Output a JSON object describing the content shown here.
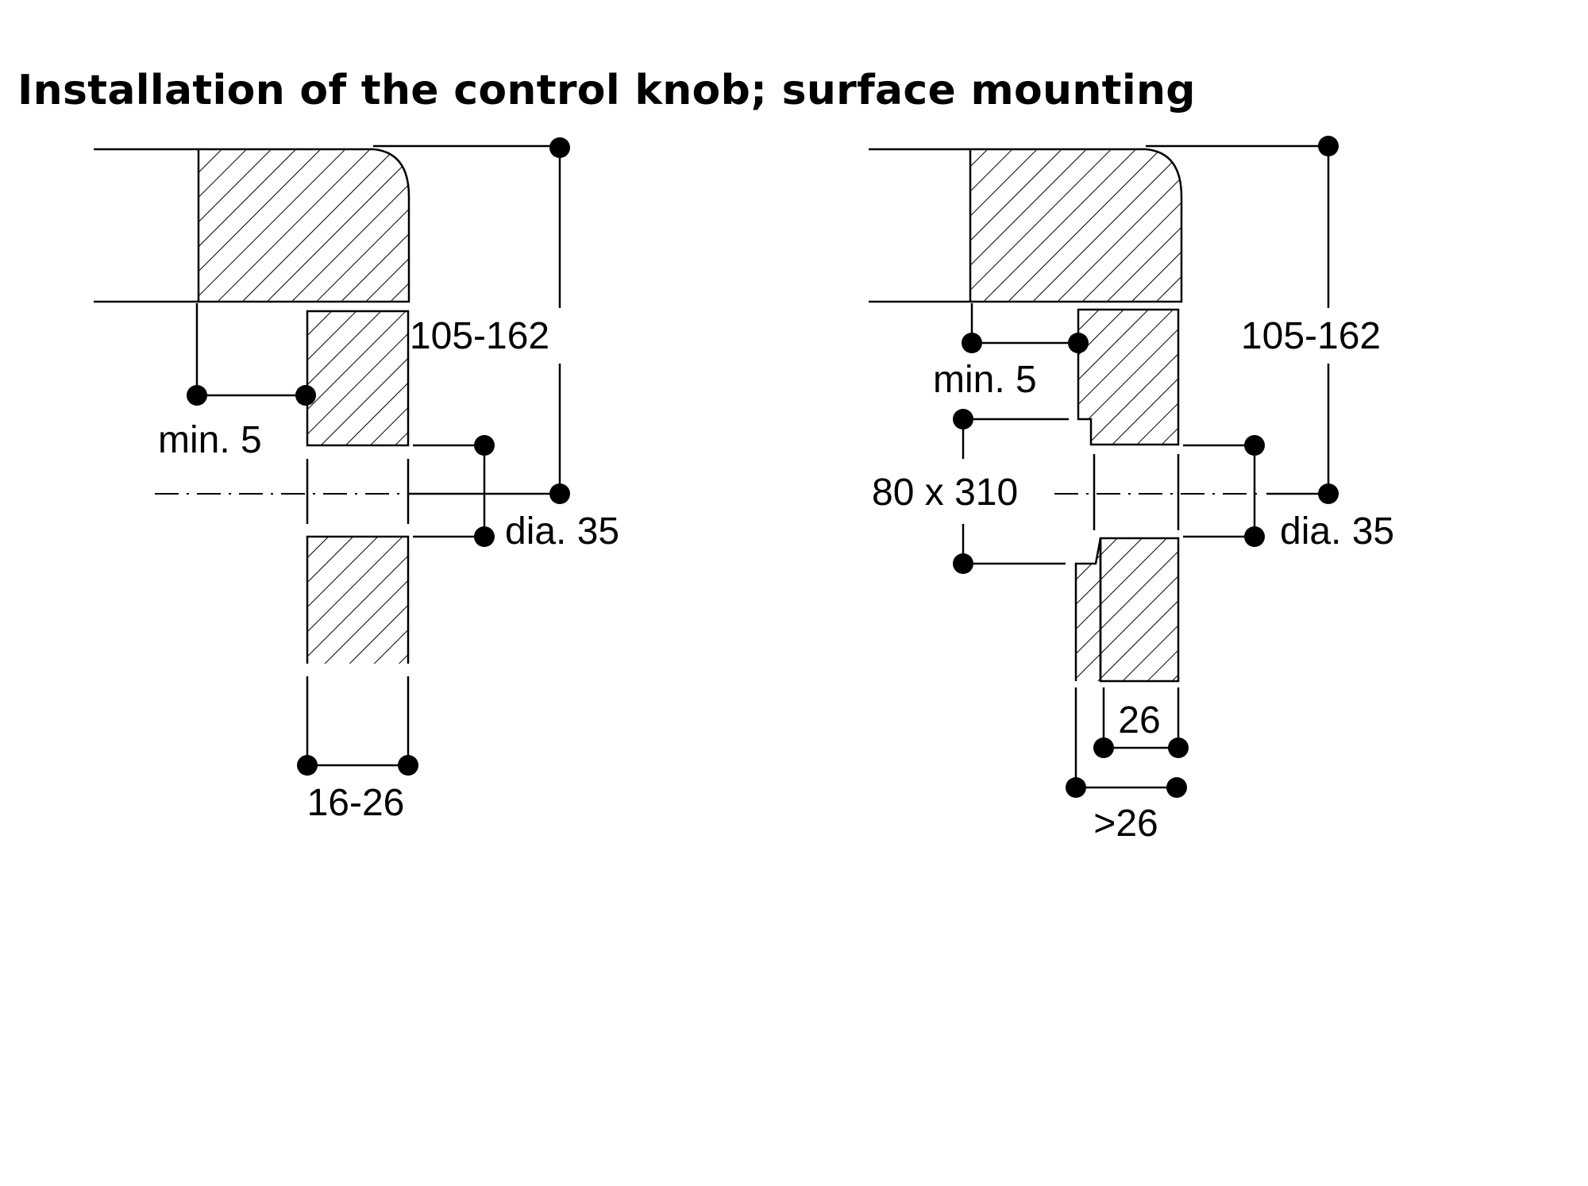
{
  "title": "Installation of the control knob; surface mounting",
  "left_drawing": {
    "height_dim": "105-162",
    "offset_dim": "min. 5",
    "hole_dim": "dia. 35",
    "thickness_dim": "16-26"
  },
  "right_drawing": {
    "height_dim": "105-162",
    "offset_dim": "min. 5",
    "recess_dim": "80 x 310",
    "hole_dim": "dia. 35",
    "inner_thickness_dim": "26",
    "outer_thickness_dim": ">26"
  }
}
